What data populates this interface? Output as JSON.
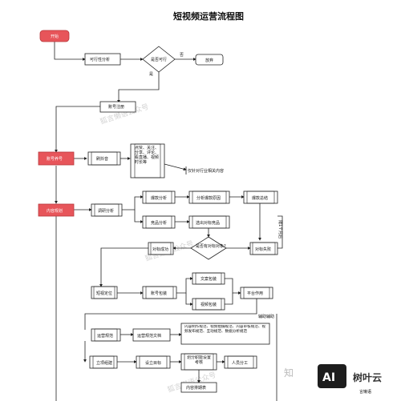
{
  "title": "短视频运营流程图",
  "watermarks": [
    "狐言懒语公众号",
    "狐言懒语公众号",
    "狐言懒语公众号"
  ],
  "zhihu": "知",
  "brand": {
    "badge": "AI",
    "text": "树叶云",
    "sub": "言懒语"
  },
  "nodes": {
    "start": "开始",
    "feasibility": "可行性分析",
    "feasible_q": "是否可行",
    "give_up": "放弃",
    "register": "账号注册",
    "nurture": "账号养号",
    "browse": "刷抖音",
    "actions": "点赞、关注、分享、评论、看直播、视频时长等",
    "edit_info": "仅针对行业相关内容",
    "content_plan": "内容规划",
    "research": "调研分析",
    "hot_analysis": "爆款分析",
    "analyze_hot_reason": "分析爆款原因",
    "hot_summary": "爆款总结",
    "competitor": "竞品分析",
    "pick_benchmark": "选出对标竞品",
    "has_benchmark_q": "是否有对标对象?",
    "benchmark_ok": "对标成功",
    "benchmark_fail": "对标失败",
    "every_month": "隔1个月后",
    "account_position": "短视定位",
    "account_label": "账号包装",
    "copy_label": "文案包装",
    "video_label": "视频包装",
    "platform": "平台作用",
    "assist": "辅助辅助",
    "ops_norm": "运营规范",
    "ops_doc": "运营规范文档",
    "norm_list": "内容制作规范、视频拍摄规范、内容审核规范、视频发布规范、互动规范、数据分析规范",
    "team": "立项组建",
    "set_goal": "设立目标",
    "split_team": "划分职能设置考核",
    "staff": "人员分工",
    "content_week": "内容排期表"
  },
  "edge_labels": {
    "no": "否",
    "yes": "是"
  }
}
